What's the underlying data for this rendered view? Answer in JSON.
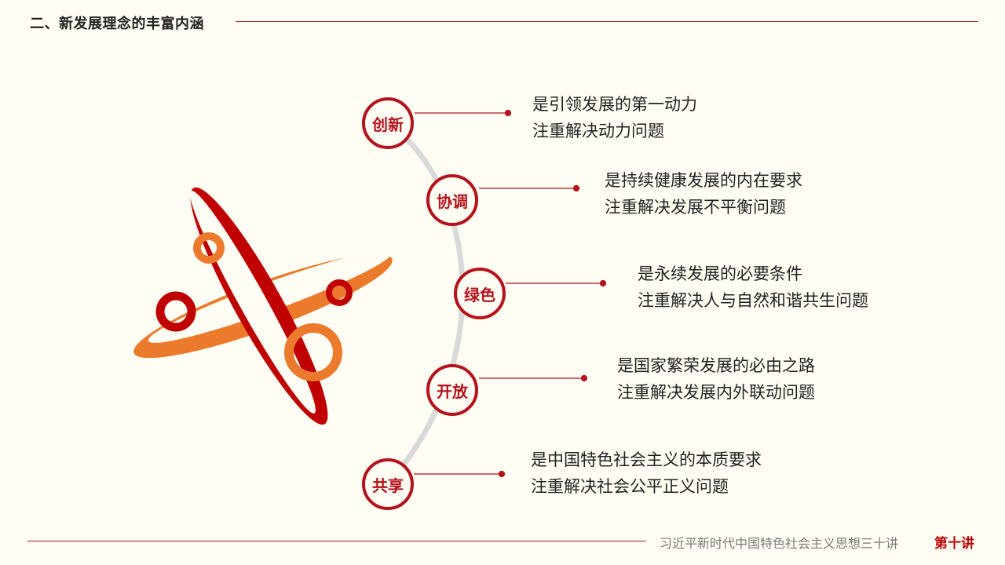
{
  "header": {
    "title": "二、新发展理念的丰富内涵"
  },
  "concepts": [
    {
      "label": "创新",
      "line1": "是引领发展的第一动力",
      "line2": "注重解决动力问题"
    },
    {
      "label": "协调",
      "line1": "是持续健康发展的内在要求",
      "line2": "注重解决发展不平衡问题"
    },
    {
      "label": "绿色",
      "line1": "是永续发展的必要条件",
      "line2": "注重解决人与自然和谐共生问题"
    },
    {
      "label": "开放",
      "line1": "是国家繁荣发展的必由之路",
      "line2": "注重解决发展内外联动问题"
    },
    {
      "label": "共享",
      "line1": "是中国特色社会主义的本质要求",
      "line2": "注重解决社会公平正义问题"
    }
  ],
  "footer": {
    "series": "习近平新时代中国特色社会主义思想三十讲",
    "lecture": "第十讲"
  },
  "colors": {
    "accent": "#b5121b",
    "orange": "#ec7a2c",
    "arc": "#d9d9d9"
  }
}
